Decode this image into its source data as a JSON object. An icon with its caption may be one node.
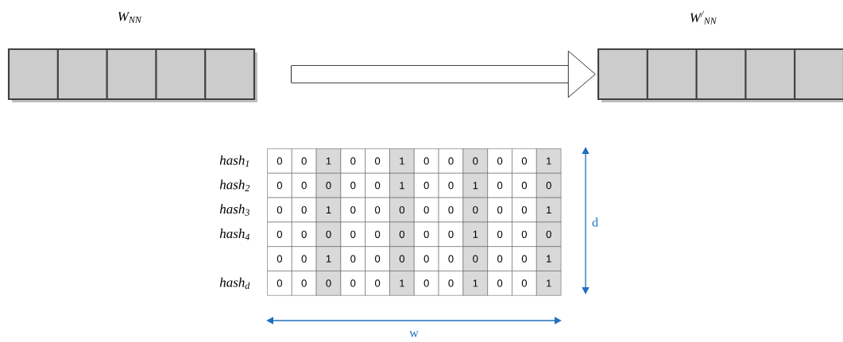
{
  "diagram": {
    "nodes": [
      {
        "text": [
          "W$_{NN}$"
        ]
      },
      {
        "text": [
          "W$^{/}$$_{NN}$"
        ]
      }
    ],
    "edges": [
      {
        "from": 0,
        "to": 1,
        "arrow": "to"
      }
    ],
    "labels": [
      "hash$_{1}$",
      "0",
      "0",
      "1",
      "0",
      "0",
      "1",
      "0",
      "0",
      "0",
      "0",
      "0",
      "1",
      "hash$_{2}$",
      "0",
      "0",
      "0",
      "0",
      "0",
      "1",
      "0",
      "0",
      "1",
      "0",
      "0",
      "0",
      "hash$_{3}$",
      "0",
      "0",
      "1",
      "0",
      "0",
      "0",
      "0",
      "0",
      "0",
      "0",
      "0",
      "1",
      "hash$_{4}$",
      "0",
      "0",
      "0",
      "0",
      "0",
      "0",
      "0",
      "0",
      "1",
      "0",
      "0",
      "0",
      "0",
      "0",
      "1",
      "0",
      "0",
      "0",
      "0",
      "0",
      "0",
      "0",
      "0",
      "1",
      "hash$_{d}$",
      "0",
      "0",
      "0",
      "0",
      "0",
      "1",
      "0",
      "0",
      "1",
      "0",
      "0",
      "1",
      "d",
      "w"
    ]
  }
}
